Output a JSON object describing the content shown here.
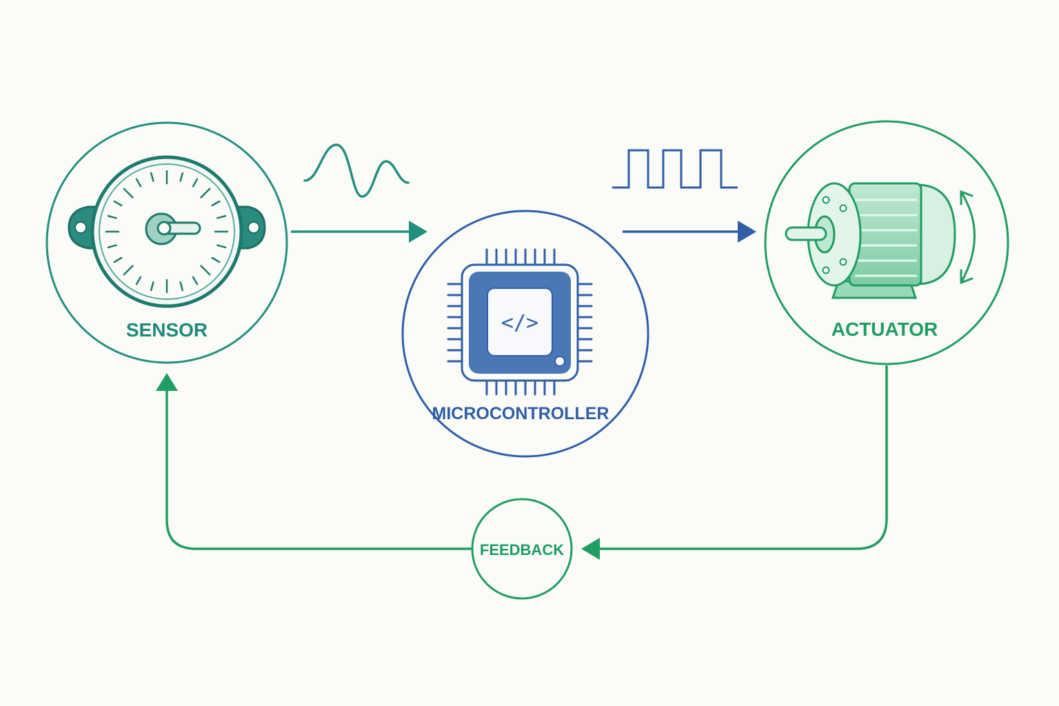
{
  "nodes": {
    "sensor": {
      "label": "SENSOR"
    },
    "microcontroller": {
      "label": "MICROCONTROLLER",
      "code_glyph": "</>"
    },
    "actuator": {
      "label": "ACTUATOR"
    },
    "feedback": {
      "label": "FEEDBACK"
    }
  },
  "signals": {
    "analog": "sine-wave-icon",
    "digital": "square-wave-icon"
  },
  "colors": {
    "teal": "#23907e",
    "teal_dark": "#1c7a6c",
    "blue": "#2f5ea7",
    "blue_fill": "#4a78b6",
    "green": "#1f9d62",
    "green_light": "#c9ebd8",
    "background": "#fbfbf8"
  }
}
